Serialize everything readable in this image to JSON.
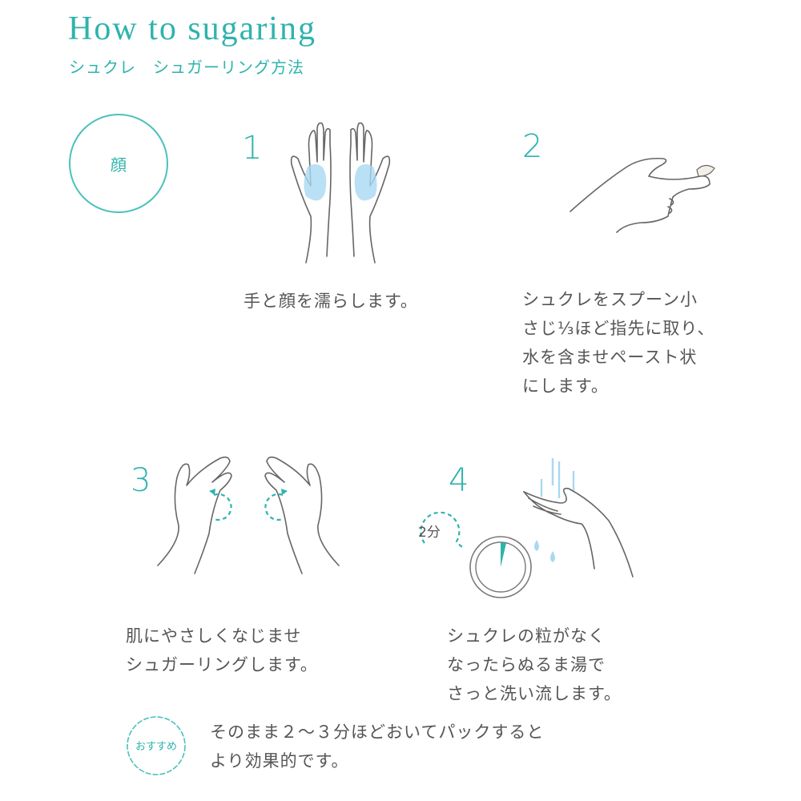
{
  "header": {
    "title": "How to sugaring",
    "subtitle": "シュクレ　シュガーリング方法"
  },
  "area_badge": {
    "label": "顔"
  },
  "steps": [
    {
      "number": "1",
      "text": "手と顔を濡らします。",
      "illustration": "wet-hands-icon"
    },
    {
      "number": "2",
      "text": "シュクレをスプーン小\nさじ⅓ほど指先に取り、\n水を含ませペースト状\nにします。",
      "illustration": "fingertip-paste-icon"
    },
    {
      "number": "3",
      "text": "肌にやさしくなじませ\nシュガーリングします。",
      "illustration": "circular-motion-hands-icon"
    },
    {
      "number": "4",
      "text": "シュクレの粒がなく\nなったらぬるま湯で\nさっと洗い流します。",
      "illustration": "rinse-hand-timer-icon",
      "timer_label": "2分"
    }
  ],
  "recommendation": {
    "badge_label": "おすすめ",
    "text": "そのまま２〜３分ほどおいてパックすると\nより効果的です。"
  },
  "colors": {
    "accent": "#2fb3ad",
    "water": "#a9d8f2",
    "line": "#666666",
    "text": "#555555"
  }
}
